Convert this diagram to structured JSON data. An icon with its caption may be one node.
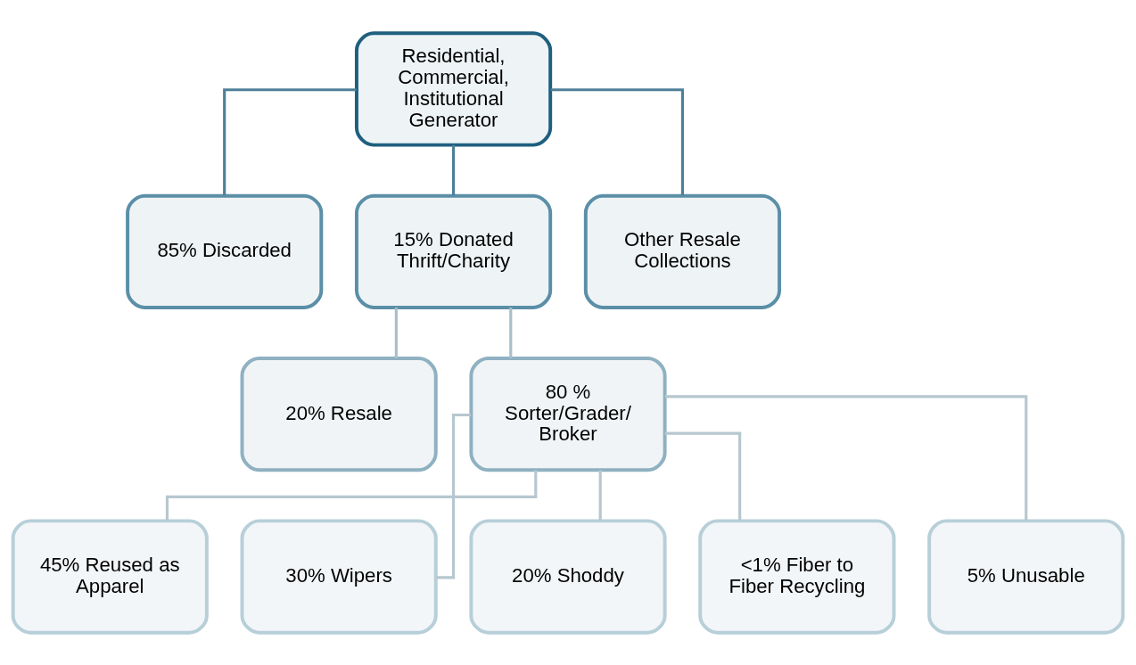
{
  "diagram": {
    "nodes": [
      {
        "text": [
          "Residential, Commercial, Institutional Generator"
        ]
      },
      {
        "text": [
          "85% Discarded"
        ]
      },
      {
        "text": [
          "15% Donated Thrift/Charity"
        ]
      },
      {
        "text": [
          "Other Resale Collections"
        ]
      },
      {
        "text": [
          "20% Resale"
        ]
      },
      {
        "text": [
          "80 % Sorter/Grader/ Broker"
        ]
      },
      {
        "text": [
          "45% Reused as Apparel"
        ]
      },
      {
        "text": [
          "30% Wipers"
        ]
      },
      {
        "text": [
          "20% Shoddy"
        ]
      },
      {
        "text": [
          "<1% Fiber to Fiber Recycling"
        ]
      },
      {
        "text": [
          "5% Unusable"
        ]
      }
    ],
    "edges": [
      {
        "from": 0,
        "to": 1,
        "arrow": "none",
        "color": "#4f7f99"
      },
      {
        "from": 0,
        "to": 2,
        "arrow": "none",
        "color": "#4f7f99"
      },
      {
        "from": 0,
        "to": 3,
        "arrow": "none",
        "color": "#4f7f99"
      },
      {
        "from": 2,
        "to": 4,
        "arrow": "none",
        "color": "#a9bfcb"
      },
      {
        "from": 2,
        "to": 5,
        "arrow": "none",
        "color": "#a9bfcb"
      },
      {
        "from": 5,
        "to": 6,
        "arrow": "none"
      },
      {
        "from": 5,
        "to": 7,
        "arrow": "none"
      },
      {
        "from": 5,
        "to": 8,
        "arrow": "none"
      },
      {
        "from": 5,
        "to": 9,
        "arrow": "none"
      },
      {
        "from": 5,
        "to": 10,
        "arrow": "none"
      }
    ]
  }
}
